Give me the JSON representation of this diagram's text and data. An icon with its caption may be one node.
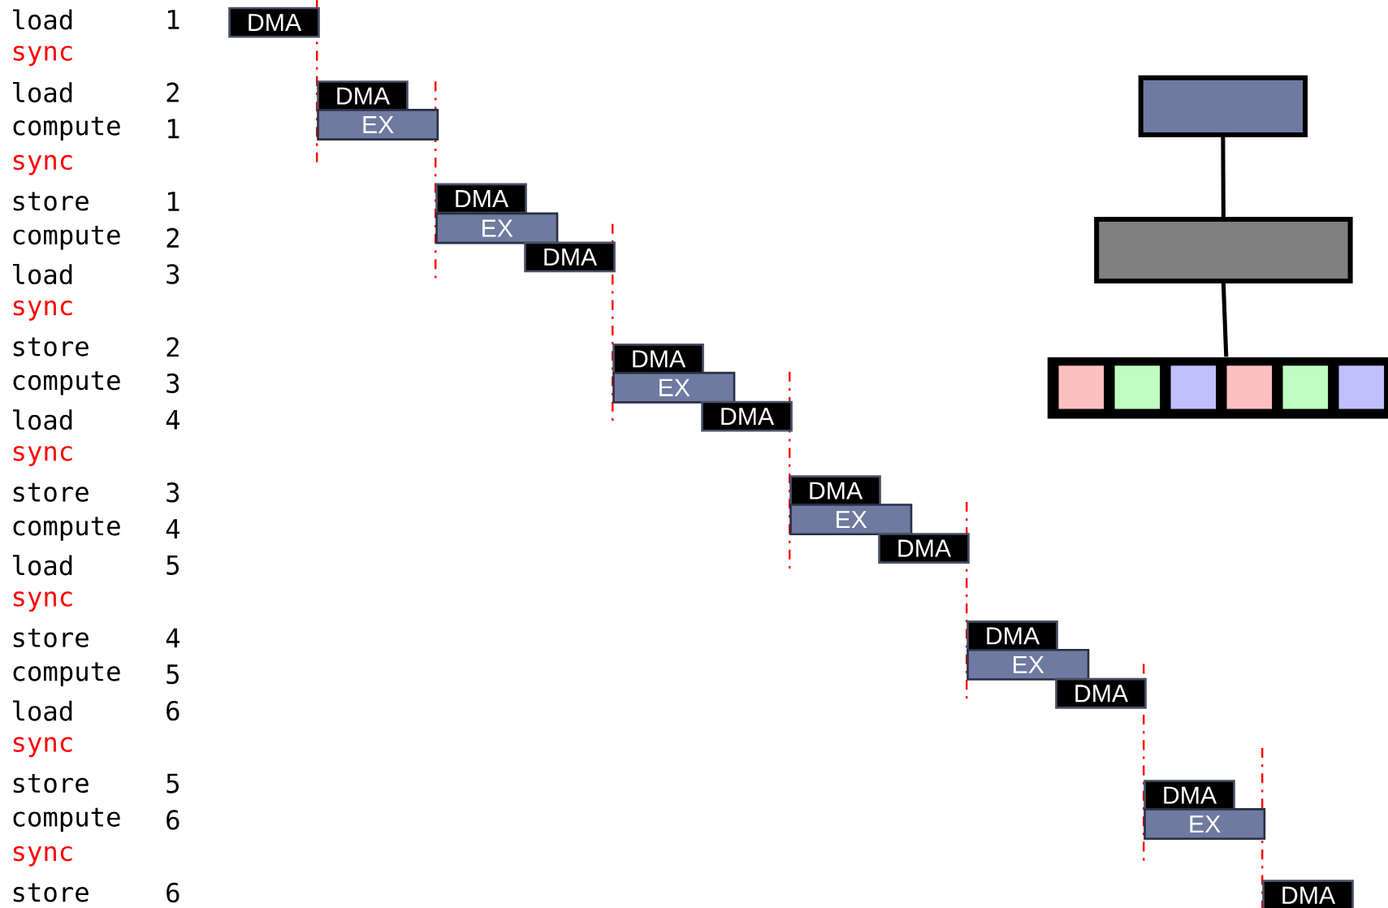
{
  "diagram": {
    "nodes": [
      {
        "text": [
          "DMA"
        ]
      },
      {
        "text": [
          "DMA"
        ]
      },
      {
        "text": [
          "EX"
        ]
      },
      {
        "text": [
          "DMA"
        ]
      },
      {
        "text": [
          "EX"
        ]
      },
      {
        "text": [
          "DMA"
        ]
      },
      {
        "text": [
          "DMA"
        ]
      },
      {
        "text": [
          "EX"
        ]
      },
      {
        "text": [
          "DMA"
        ]
      },
      {
        "text": [
          "DMA"
        ]
      },
      {
        "text": [
          "EX"
        ]
      },
      {
        "text": [
          "DMA"
        ]
      },
      {
        "text": [
          "DMA"
        ]
      },
      {
        "text": [
          "EX"
        ]
      },
      {
        "text": [
          "DMA"
        ]
      },
      {
        "text": [
          "DMA"
        ]
      },
      {
        "text": [
          "EX"
        ]
      },
      {
        "text": [
          "DMA"
        ]
      },
      {
        "text": [],
        "shape": "box"
      },
      {
        "text": [],
        "shape": "box"
      },
      {
        "text": [],
        "shape": "bar"
      }
    ],
    "edges": [
      {
        "from": 18,
        "to": 19,
        "arrow": "none"
      },
      {
        "from": 19,
        "to": 20,
        "arrow": "none"
      }
    ],
    "labels": [
      "load",
      "1",
      "sync",
      "load",
      "2",
      "compute",
      "1",
      "sync",
      "store",
      "1",
      "compute",
      "2",
      "load",
      "3",
      "sync",
      "store",
      "2",
      "compute",
      "3",
      "load",
      "4",
      "sync",
      "store",
      "3",
      "compute",
      "4",
      "load",
      "5",
      "sync",
      "store",
      "4",
      "compute",
      "5",
      "load",
      "6",
      "sync",
      "store",
      "5",
      "compute",
      "6",
      "sync",
      "store",
      "6"
    ]
  }
}
